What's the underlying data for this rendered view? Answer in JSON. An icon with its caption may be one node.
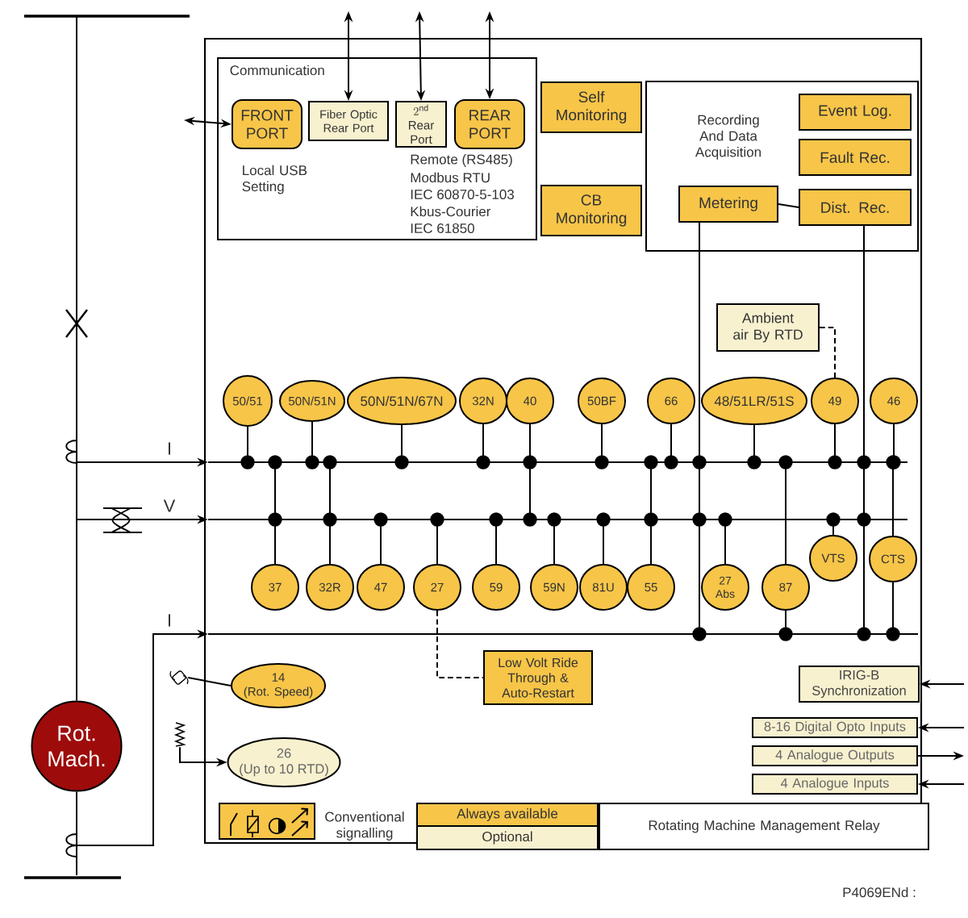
{
  "diagram": {
    "nodes": [
      {
        "text": [
          "Communication"
        ]
      },
      {
        "text": [
          "FRONT PORT"
        ],
        "in": 0,
        "beside": [
          "Local USB Setting"
        ]
      },
      {
        "text": [
          "Fiber Optic Rear Port"
        ],
        "in": 0
      },
      {
        "text": [
          "2^{\\mathrm{nd}}",
          "Rear Port"
        ],
        "in": 0
      },
      {
        "text": [
          "REAR PORT"
        ],
        "in": 0,
        "beside": [
          "Remote (RS485)",
          "Modbus RTU",
          "IEC 60870-5-103",
          "Kbus-Courier",
          "IEC 61850"
        ]
      },
      {
        "text": [
          "Self Monitoring"
        ]
      },
      {
        "text": [
          "CB Monitoring"
        ]
      },
      {
        "text": [
          "Recording And Data Acquisition"
        ]
      },
      {
        "text": [
          "Event Log."
        ],
        "in": 7
      },
      {
        "text": [
          "Fault Rec."
        ],
        "in": 7
      },
      {
        "text": [
          "Metering"
        ],
        "in": 7
      },
      {
        "text": [
          "Dist. Rec."
        ],
        "in": 7
      },
      {
        "text": [
          "Ambient air By RTD"
        ]
      },
      {
        "text": [
          "50/51"
        ]
      },
      {
        "text": [
          "50N/51N"
        ]
      },
      {
        "text": [
          "50N/51N/67N"
        ]
      },
      {
        "text": [
          "32N"
        ]
      },
      {
        "text": [
          "40"
        ]
      },
      {
        "text": [
          "50BF"
        ]
      },
      {
        "text": [
          "66"
        ]
      },
      {
        "text": [
          "48/51LR/51S"
        ]
      },
      {
        "text": [
          "49"
        ]
      },
      {
        "text": [
          "46"
        ]
      },
      {
        "text": [],
        "shape": "bar",
        "beside": [
          "I"
        ]
      },
      {
        "text": [],
        "shape": "bar",
        "beside": [
          "V"
        ]
      },
      {
        "text": [],
        "shape": "bar",
        "beside": [
          "I"
        ]
      },
      {
        "text": [
          "37"
        ]
      },
      {
        "text": [
          "32R"
        ]
      },
      {
        "text": [
          "47"
        ]
      },
      {
        "text": [
          "27"
        ]
      },
      {
        "text": [
          "59"
        ]
      },
      {
        "text": [
          "59N"
        ]
      },
      {
        "text": [
          "81U"
        ]
      },
      {
        "text": [
          "55"
        ]
      },
      {
        "text": [
          "27 Abs"
        ]
      },
      {
        "text": [
          "87"
        ]
      },
      {
        "text": [
          "VTS"
        ]
      },
      {
        "text": [
          "CTS"
        ]
      },
      {
        "text": [
          "Low Volt Ride Through & Auto-Restart"
        ]
      },
      {
        "text": [
          "14",
          "(Rot. Speed)"
        ]
      },
      {
        "text": [
          "26",
          "(Up to 10 RTD)"
        ]
      },
      {
        "text": [
          "IRIG-B Synchronization"
        ]
      },
      {
        "text": [
          "8-16 Digital Opto Inputs"
        ]
      },
      {
        "text": [
          "4 Analogue Outputs"
        ]
      },
      {
        "text": [
          "4 Analogue Inputs"
        ]
      },
      {
        "text": [
          "Rot. Mach."
        ]
      },
      {
        "text": [
          "Rotating Machine Management Relay"
        ]
      },
      {
        "text": [],
        "shape": "picture"
      },
      {
        "text": [],
        "shape": "picture"
      }
    ],
    "edges": [
      {
        "from": 10,
        "to": 11,
        "arrow": "none"
      },
      {
        "from": null,
        "to": 1,
        "arrow": "both"
      },
      {
        "from": null,
        "to": 2,
        "arrow": "both"
      },
      {
        "from": null,
        "to": 3,
        "arrow": "both"
      },
      {
        "from": null,
        "to": 4,
        "arrow": "both"
      },
      {
        "from": 12,
        "to": 21,
        "arrow": "none",
        "style": "dashed"
      },
      {
        "from": 13,
        "to": 23,
        "arrow": "other"
      },
      {
        "from": 14,
        "to": 23,
        "arrow": "other"
      },
      {
        "from": 15,
        "to": 23,
        "arrow": "other"
      },
      {
        "from": 16,
        "to": 23,
        "arrow": "other"
      },
      {
        "from": 17,
        "to": 23,
        "arrow": "other"
      },
      {
        "from": 17,
        "to": 24,
        "arrow": "other"
      },
      {
        "from": 18,
        "to": 23,
        "arrow": "other"
      },
      {
        "from": 19,
        "to": 23,
        "arrow": "other"
      },
      {
        "from": 20,
        "to": 23,
        "arrow": "other"
      },
      {
        "from": 21,
        "to": 23,
        "arrow": "other"
      },
      {
        "from": 22,
        "to": 23,
        "arrow": "other"
      },
      {
        "from": 26,
        "to": 24,
        "arrow": "other"
      },
      {
        "from": 26,
        "to": 23,
        "arrow": "other"
      },
      {
        "from": 27,
        "to": 24,
        "arrow": "other"
      },
      {
        "from": 27,
        "to": 23,
        "arrow": "other"
      },
      {
        "from": 28,
        "to": 24,
        "arrow": "other"
      },
      {
        "from": 29,
        "to": 24,
        "arrow": "other"
      },
      {
        "from": 30,
        "to": 24,
        "arrow": "other"
      },
      {
        "from": 31,
        "to": 24,
        "arrow": "other"
      },
      {
        "from": 32,
        "to": 24,
        "arrow": "other"
      },
      {
        "from": 33,
        "to": 24,
        "arrow": "other"
      },
      {
        "from": 33,
        "to": 23,
        "arrow": "other"
      },
      {
        "from": 34,
        "to": 24,
        "arrow": "other"
      },
      {
        "from": 35,
        "to": 23,
        "arrow": "other"
      },
      {
        "from": 35,
        "to": 25,
        "arrow": "other"
      },
      {
        "from": 36,
        "to": 24,
        "arrow": "other"
      },
      {
        "from": 37,
        "to": 23,
        "arrow": "other"
      },
      {
        "from": 37,
        "to": 25,
        "arrow": "other"
      },
      {
        "from": 10,
        "to": 23,
        "arrow": "other"
      },
      {
        "from": 10,
        "to": 24,
        "arrow": "other"
      },
      {
        "from": 10,
        "to": 25,
        "arrow": "other"
      },
      {
        "from": 11,
        "to": 23,
        "arrow": "other"
      },
      {
        "from": 11,
        "to": 24,
        "arrow": "other"
      },
      {
        "from": 11,
        "to": 25,
        "arrow": "other"
      },
      {
        "from": 29,
        "to": 38,
        "arrow": "none",
        "style": "dashed"
      },
      {
        "from": null,
        "to": 23,
        "arrow": "to"
      },
      {
        "from": null,
        "to": 24,
        "arrow": "to"
      },
      {
        "from": null,
        "to": 25,
        "arrow": "to"
      },
      {
        "from": 47,
        "to": 39,
        "arrow": "none"
      },
      {
        "from": 48,
        "to": 40,
        "arrow": "to"
      },
      {
        "from": null,
        "to": 41,
        "arrow": "to"
      },
      {
        "from": null,
        "to": 42,
        "arrow": "to"
      },
      {
        "from": 43,
        "to": null,
        "arrow": "to"
      },
      {
        "from": null,
        "to": 44,
        "arrow": "to"
      },
      {
        "from": null,
        "to": 45,
        "arrow": "none"
      },
      {
        "from": 45,
        "to": null,
        "arrow": "none"
      }
    ],
    "labels": [
      "Conventional signalling",
      "P4069ENd :"
    ],
    "legend": [
      {
        "text": "Always available",
        "color": "#f7c548"
      },
      {
        "text": "Optional",
        "color": "#f8f1cf"
      }
    ]
  }
}
